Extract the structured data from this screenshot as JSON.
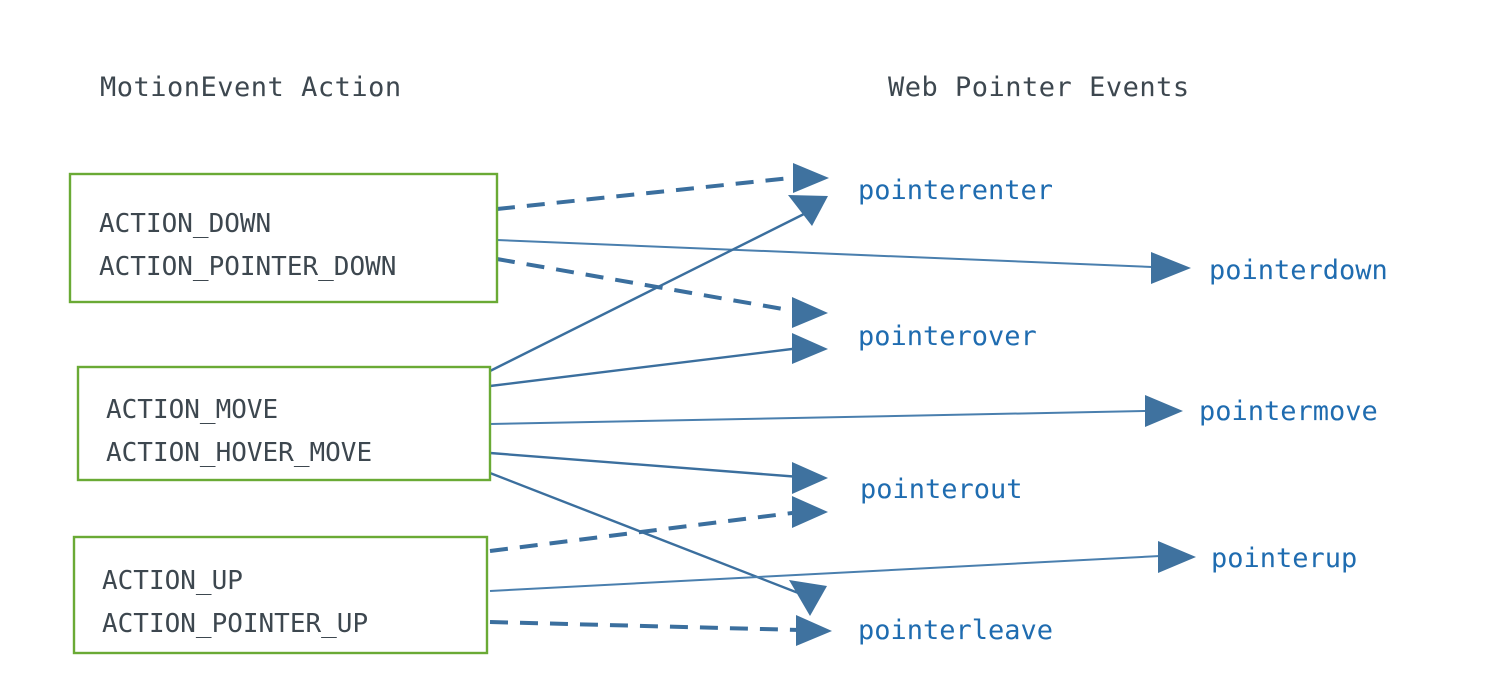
{
  "meta": {
    "background_color": "#ffffff",
    "box_border_color": "#6aaa35",
    "action_text_color": "#3d474f",
    "event_text_color": "#1f6cb0",
    "connector_color": "#3b6f9e"
  },
  "columns": {
    "left_title": "MotionEvent Action",
    "right_title": "Web Pointer Events"
  },
  "action_boxes": [
    {
      "id": "down",
      "lines": [
        "ACTION_DOWN",
        "ACTION_POINTER_DOWN"
      ]
    },
    {
      "id": "move",
      "lines": [
        "ACTION_MOVE",
        "ACTION_HOVER_MOVE"
      ]
    },
    {
      "id": "up",
      "lines": [
        "ACTION_UP",
        "ACTION_POINTER_UP"
      ]
    }
  ],
  "pointer_events": [
    {
      "id": "pointerenter",
      "label": "pointerenter"
    },
    {
      "id": "pointerdown",
      "label": "pointerdown"
    },
    {
      "id": "pointerover",
      "label": "pointerover"
    },
    {
      "id": "pointermove",
      "label": "pointermove"
    },
    {
      "id": "pointerout",
      "label": "pointerout"
    },
    {
      "id": "pointerup",
      "label": "pointerup"
    },
    {
      "id": "pointerleave",
      "label": "pointerleave"
    }
  ],
  "connections": [
    {
      "from": "down",
      "to": "pointerenter",
      "style": "dashed"
    },
    {
      "from": "down",
      "to": "pointerdown",
      "style": "solid"
    },
    {
      "from": "down",
      "to": "pointerover",
      "style": "dashed"
    },
    {
      "from": "move",
      "to": "pointerenter",
      "style": "solid"
    },
    {
      "from": "move",
      "to": "pointerover",
      "style": "solid"
    },
    {
      "from": "move",
      "to": "pointermove",
      "style": "solid"
    },
    {
      "from": "move",
      "to": "pointerout",
      "style": "solid"
    },
    {
      "from": "move",
      "to": "pointerleave",
      "style": "solid"
    },
    {
      "from": "up",
      "to": "pointerout",
      "style": "dashed"
    },
    {
      "from": "up",
      "to": "pointerup",
      "style": "solid"
    },
    {
      "from": "up",
      "to": "pointerleave",
      "style": "dashed"
    }
  ]
}
